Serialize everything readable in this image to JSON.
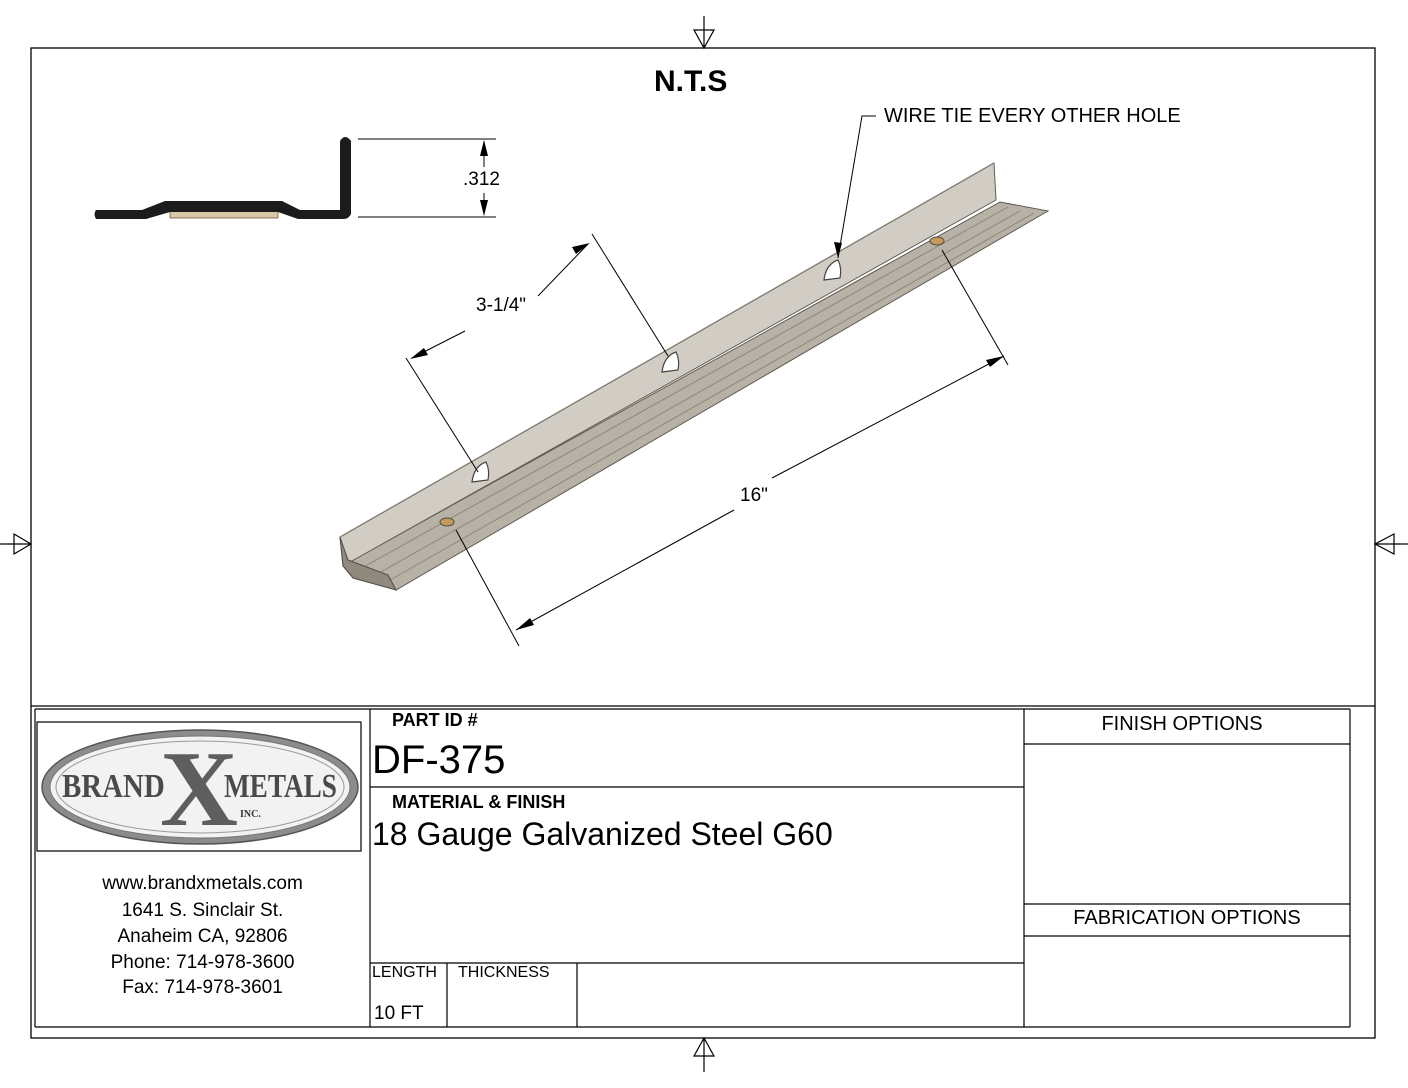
{
  "drawing": {
    "scale_note": "N.T.S",
    "callout": "WIRE TIE EVERY OTHER HOLE",
    "dim_height": ".312",
    "dim_spacing": "3-1/4\"",
    "dim_length": "16\""
  },
  "logo": {
    "brand": "BRAND",
    "x": "X",
    "metals": "METALS",
    "inc": "INC."
  },
  "contact": {
    "website": "www.brandxmetals.com",
    "street": "1641 S. Sinclair St.",
    "city": "Anaheim CA, 92806",
    "phone": "Phone: 714-978-3600",
    "fax": "Fax: 714-978-3601"
  },
  "title_block": {
    "part_id_label": "PART ID #",
    "part_id": "DF-375",
    "material_label": "MATERIAL & FINISH",
    "material": "18 Gauge Galvanized Steel G60",
    "length_label": "LENGTH",
    "length": "10 FT",
    "thickness_label": "THICKNESS",
    "finish_label": "FINISH OPTIONS",
    "fabrication_label": "FABRICATION OPTIONS"
  }
}
